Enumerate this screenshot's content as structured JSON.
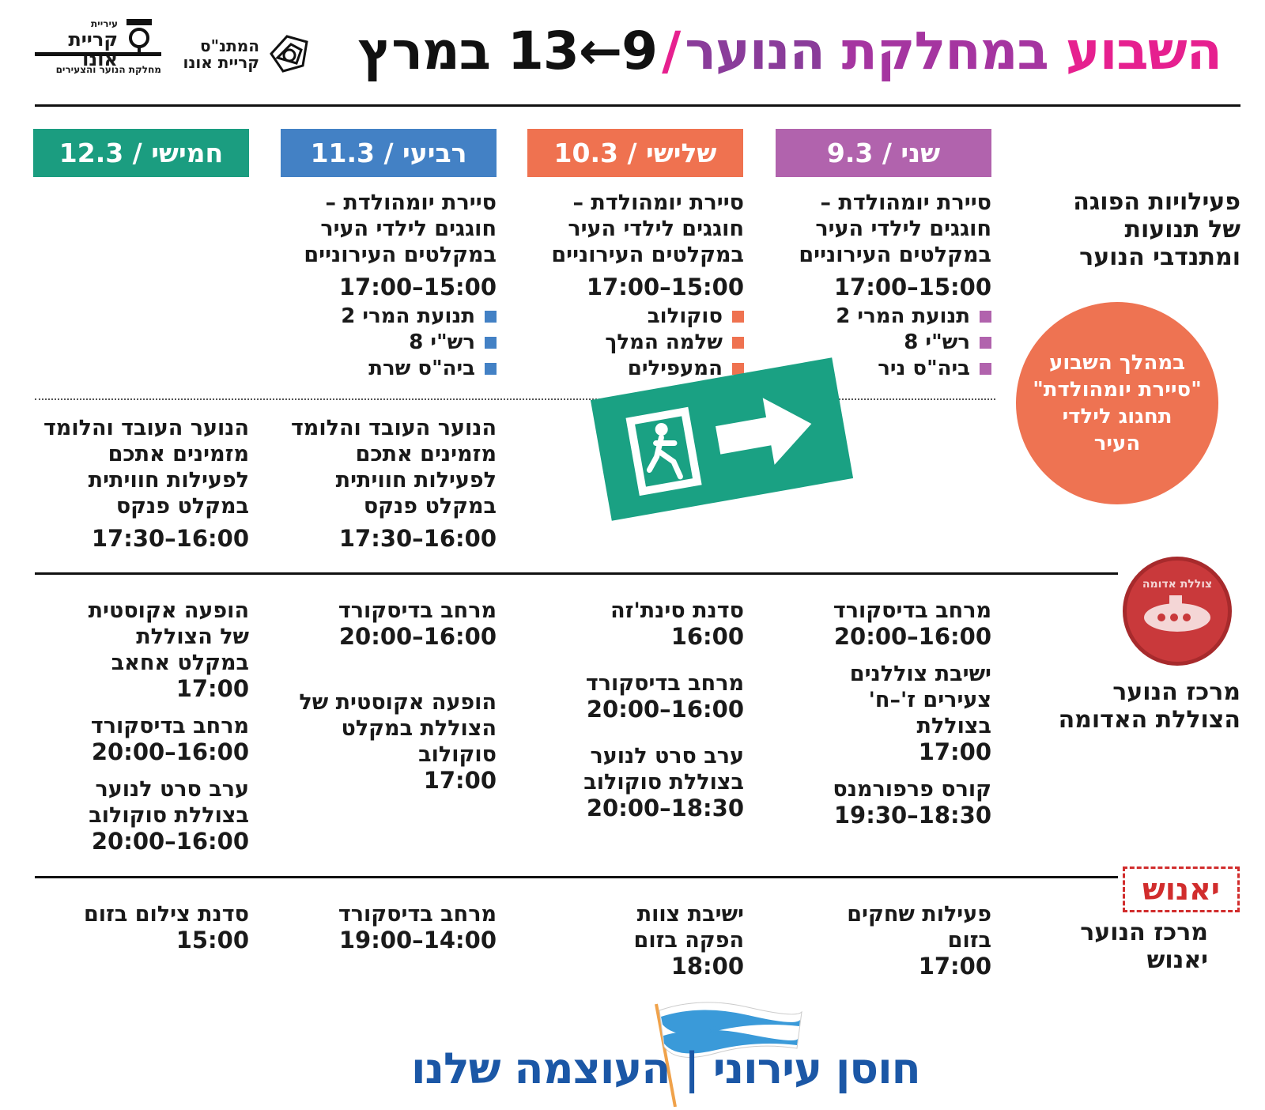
{
  "header": {
    "title_part1": "השבוע",
    "title_part2": "במחלקת",
    "title_part3": "הנוער",
    "title_dates": "9←13 במרץ",
    "logo_matnas_line1": "המתנ\"ס",
    "logo_matnas_line2": "קריית אונו",
    "logo_city_small": "עיריית",
    "logo_city_name": "קריית אונו",
    "logo_city_dept": "מחלקת הנוער והצעירים"
  },
  "days": [
    {
      "label": "שני / 9.3",
      "color": "#b163ad"
    },
    {
      "label": "שלישי / 10.3",
      "color": "#ef7250"
    },
    {
      "label": "רביעי / 11.3",
      "color": "#4381c5"
    },
    {
      "label": "חמישי / 12.3",
      "color": "#1b9d80"
    }
  ],
  "sections": {
    "pause": {
      "label_l1": "פעילויות הפוגה",
      "label_l2": "של תנועות",
      "label_l3": "ומתנדבי הנוער"
    },
    "tzolelet": {
      "label_l1": "מרכז הנוער",
      "label_l2": "הצוללת האדומה"
    },
    "yanush": {
      "label_l1": "מרכז הנוער",
      "label_l2": "יאנוש"
    }
  },
  "circle": {
    "l1": "במהלך השבוע",
    "l2": "\"סיירת יומהולדת\"",
    "l3": "תחגוג לילדי",
    "l4": "העיר"
  },
  "stamps": {
    "red": "צוללת אדומה",
    "yanush": "יאנוש"
  },
  "pause_row": {
    "tue_mon_wed_title_l1": "סיירת יומהולדת –",
    "title_l2": "חוגגים לילדי העיר",
    "title_l3": "במקלטים העירוניים",
    "hours": "17:00–15:00",
    "mon_bullets": [
      "תנועת המרי 2",
      "רש\"י 8",
      "ביה\"ס ניר"
    ],
    "tue_bullets": [
      "סוקולוב",
      "שלמה המלך",
      "המעפילים"
    ],
    "wed_bullets": [
      "תנועת המרי 2",
      "רש\"י 8",
      "ביה\"ס שרת"
    ],
    "working_youth_l1": "הנוער העובד והלומד",
    "working_youth_l2": "מזמינים אתכם",
    "working_youth_l3": "לפעילות חוויתית",
    "working_youth_l4": "במקלט פנקס",
    "working_youth_hours": "17:30–16:00"
  },
  "tzolelet_row": {
    "mon": [
      {
        "title": "מרחב בדיסקורד",
        "time": "20:00–16:00"
      },
      {
        "title": "ישיבת צוללנים צעירים ז'–ח' בצוללת",
        "time": "17:00"
      },
      {
        "title": "קורס פרפורמנס",
        "time": "19:30–18:30"
      }
    ],
    "tue": [
      {
        "title": "סדנת סינת'זה",
        "time": "16:00"
      },
      {
        "title": "מרחב בדיסקורד",
        "time": "20:00–16:00"
      },
      {
        "title": "ערב סרט לנוער בצוללת סוקולוב",
        "time": "20:00–18:30"
      }
    ],
    "wed": [
      {
        "title": "מרחב בדיסקורד",
        "time": "20:00–16:00"
      },
      {
        "title": "הופעה אקוסטית של הצוללת במקלט סוקולוב",
        "time": "17:00"
      }
    ],
    "thu": [
      {
        "title": "הופעה אקוסטית של הצוללת במקלט אחאב",
        "time": "17:00"
      },
      {
        "title": "מרחב בדיסקורד",
        "time": "20:00–16:00"
      },
      {
        "title": "ערב סרט לנוער בצוללת סוקולוב",
        "time": "20:00–16:00"
      }
    ]
  },
  "yanush_row": {
    "mon": {
      "title": "פעילות שחקים בזום",
      "time": "17:00"
    },
    "tue": {
      "title": "ישיבת צוות הפקה בזום",
      "time": "18:00"
    },
    "wed": {
      "title": "מרחב בדיסקורד",
      "time": "19:00–14:00"
    },
    "thu": {
      "title": "סדנת צילום בזום",
      "time": "15:00"
    }
  },
  "footer": {
    "text": "חוסן עירוני | העוצמה שלנו"
  },
  "colors": {
    "pink": "#e6208f",
    "purple": "#a535a0",
    "orange": "#ee7352",
    "blue": "#4381c5",
    "green": "#1b9d80",
    "footer_blue": "#1b57a6"
  }
}
